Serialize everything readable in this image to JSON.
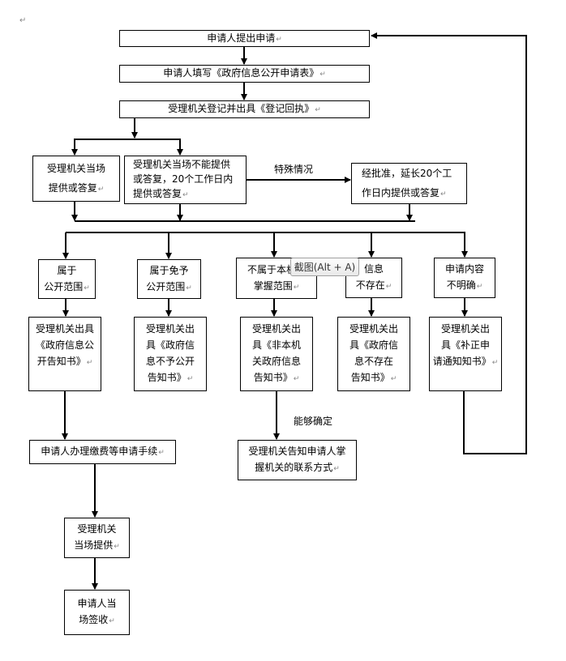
{
  "diagram": {
    "title": "政府信息公开申请流程图",
    "paragraph_mark": "↵",
    "nodes": {
      "submit": {
        "lines": [
          "申请人提出申请"
        ]
      },
      "fill_form": {
        "lines": [
          "申请人填写《政府信息公开申请表》"
        ]
      },
      "register": {
        "lines": [
          "受理机关登记并出具《登记回执》"
        ]
      },
      "provide_now": {
        "lines": [
          "受理机关当场",
          "提供或答复"
        ]
      },
      "within_20_days": {
        "lines": [
          "受理机关当场不能提供",
          "或答复，20个工作日内",
          "提供或答复"
        ]
      },
      "extend_20_days": {
        "lines": [
          "经批准，延长20个工",
          "作日内提供或答复"
        ]
      },
      "public_scope": {
        "lines": [
          "属于",
          "公开范围"
        ]
      },
      "exempt_scope": {
        "lines": [
          "属于免予",
          "公开范围"
        ]
      },
      "not_held": {
        "lines": [
          "不属于本机关",
          "掌握范围"
        ]
      },
      "not_exist": {
        "lines": [
          "信息",
          "不存在"
        ]
      },
      "unclear": {
        "lines": [
          "申请内容",
          "不明确"
        ]
      },
      "notice_public": {
        "lines": [
          "受理机关出具",
          "《政府信息公",
          "开告知书》"
        ]
      },
      "notice_not_public": {
        "lines": [
          "受理机关出",
          "具《政府信",
          "息不予公开",
          "告知书》"
        ]
      },
      "notice_not_held": {
        "lines": [
          "受理机关出",
          "具《非本机",
          "关政府信息",
          "告知书》"
        ]
      },
      "notice_not_exist": {
        "lines": [
          "受理机关出",
          "具《政府信",
          "息不存在",
          "告知书》"
        ]
      },
      "notice_correction": {
        "lines": [
          "受理机关出",
          "具《补正申",
          "请通知知书》"
        ]
      },
      "pay_fees": {
        "lines": [
          "申请人办理缴费等申请手续"
        ]
      },
      "inform_contact": {
        "lines": [
          "受理机关告知申请人掌",
          "握机关的联系方式"
        ]
      },
      "provide_onsite": {
        "lines": [
          "受理机关",
          "当场提供"
        ]
      },
      "sign_receipt": {
        "lines": [
          "申请人当",
          "场签收"
        ]
      }
    },
    "edge_labels": {
      "special_case": "特殊情况",
      "can_determine": "能够确定"
    },
    "edges": [
      [
        "submit",
        "fill_form"
      ],
      [
        "fill_form",
        "register"
      ],
      [
        "register",
        "provide_now"
      ],
      [
        "register",
        "within_20_days"
      ],
      [
        "within_20_days",
        "extend_20_days",
        "special_case"
      ],
      [
        "provide_now",
        "merge"
      ],
      [
        "within_20_days",
        "merge"
      ],
      [
        "extend_20_days",
        "merge"
      ],
      [
        "merge",
        "public_scope"
      ],
      [
        "merge",
        "exempt_scope"
      ],
      [
        "merge",
        "not_held"
      ],
      [
        "merge",
        "not_exist"
      ],
      [
        "merge",
        "unclear"
      ],
      [
        "public_scope",
        "notice_public"
      ],
      [
        "exempt_scope",
        "notice_not_public"
      ],
      [
        "not_held",
        "notice_not_held"
      ],
      [
        "not_exist",
        "notice_not_exist"
      ],
      [
        "unclear",
        "notice_correction"
      ],
      [
        "notice_public",
        "pay_fees"
      ],
      [
        "notice_not_held",
        "inform_contact",
        "can_determine"
      ],
      [
        "notice_correction",
        "submit"
      ],
      [
        "pay_fees",
        "provide_onsite"
      ],
      [
        "provide_onsite",
        "sign_receipt"
      ]
    ]
  },
  "overlay": {
    "tooltip": "截图(Alt + A)"
  }
}
